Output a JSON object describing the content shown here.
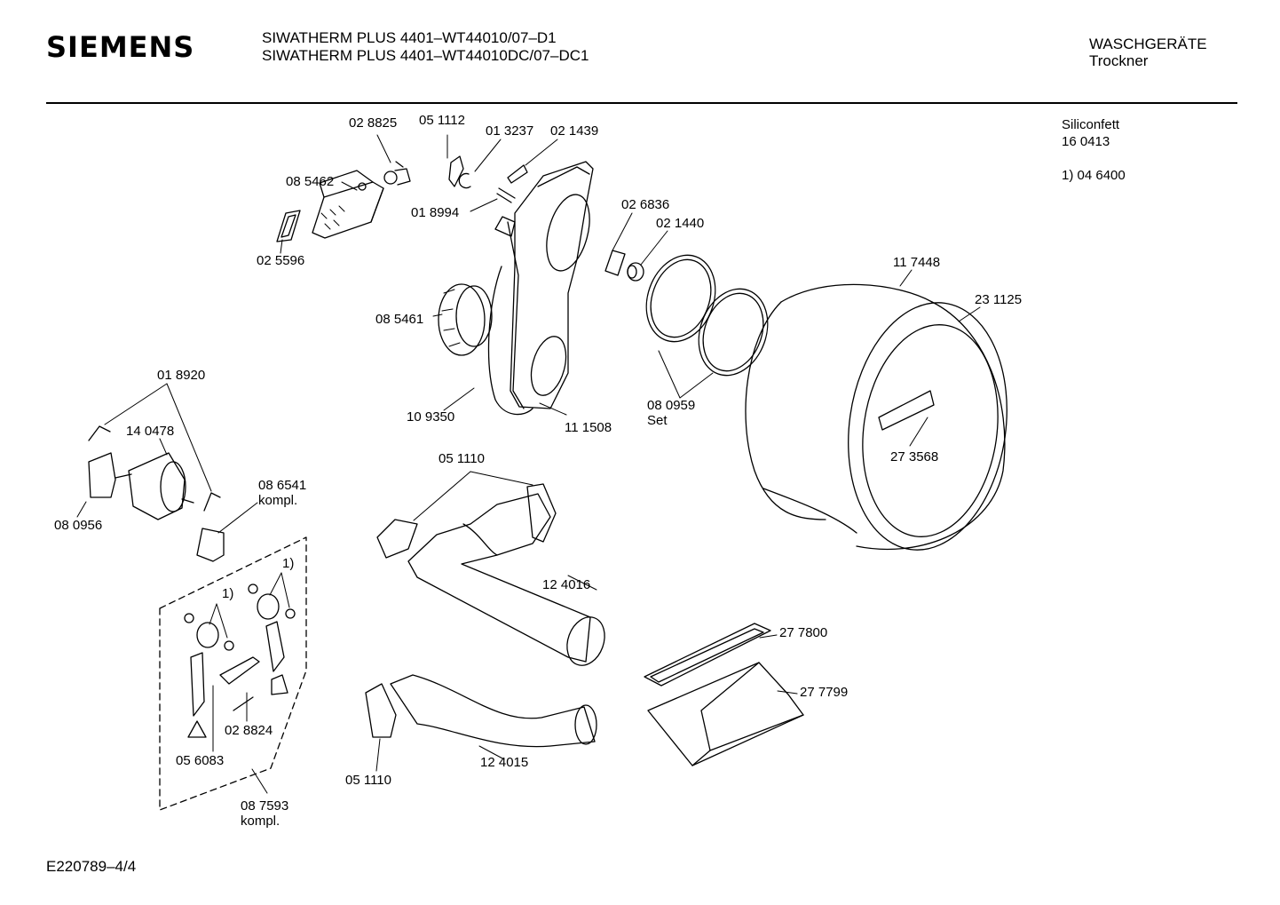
{
  "header": {
    "brand": "SIEMENS",
    "model_line_1": "SIWATHERM PLUS 4401–WT44010/07–D1",
    "model_line_2": "SIWATHERM PLUS 4401–WT44010DC/07–DC1",
    "category": "WASCHGERÄTE",
    "subcategory": "Trockner"
  },
  "notes": {
    "lubricant_name": "Siliconfett",
    "lubricant_number": "16 0413",
    "footnote": "1)  04 6400"
  },
  "footer": {
    "document_ref": "E220789–4/4"
  },
  "parts": [
    {
      "id": "p1",
      "number": "02 8825"
    },
    {
      "id": "p2",
      "number": "05 1112"
    },
    {
      "id": "p3",
      "number": "01 3237"
    },
    {
      "id": "p4",
      "number": "02 1439"
    },
    {
      "id": "p5",
      "number": "08 5462"
    },
    {
      "id": "p6",
      "number": "01 8994"
    },
    {
      "id": "p7",
      "number": "02 5596"
    },
    {
      "id": "p8",
      "number": "02 6836"
    },
    {
      "id": "p9",
      "number": "02 1440"
    },
    {
      "id": "p10",
      "number": "11 7448"
    },
    {
      "id": "p11",
      "number": "23 1125"
    },
    {
      "id": "p12",
      "number": "08 5461"
    },
    {
      "id": "p13",
      "number": "10 9350"
    },
    {
      "id": "p14",
      "number": "11 1508"
    },
    {
      "id": "p15",
      "number": "08 0959",
      "note": "Set"
    },
    {
      "id": "p16",
      "number": "01 8920"
    },
    {
      "id": "p17",
      "number": "14  0478"
    },
    {
      "id": "p18",
      "number": "08 6541",
      "note": "kompl."
    },
    {
      "id": "p19",
      "number": "08 0956"
    },
    {
      "id": "p20",
      "number": "05 1110"
    },
    {
      "id": "p21",
      "number": "27 3568"
    },
    {
      "id": "p22",
      "number": "12 4016"
    },
    {
      "id": "p23",
      "number": "27 7800"
    },
    {
      "id": "p24",
      "number": "27 7799"
    },
    {
      "id": "p25",
      "number": "02 8824"
    },
    {
      "id": "p26",
      "number": "05 6083"
    },
    {
      "id": "p27",
      "number": "12 4015"
    },
    {
      "id": "p28",
      "number": "05 1110"
    },
    {
      "id": "p29",
      "number": "08 7593",
      "note": "kompl."
    }
  ],
  "footnote_markers": [
    "1)",
    "1)"
  ]
}
